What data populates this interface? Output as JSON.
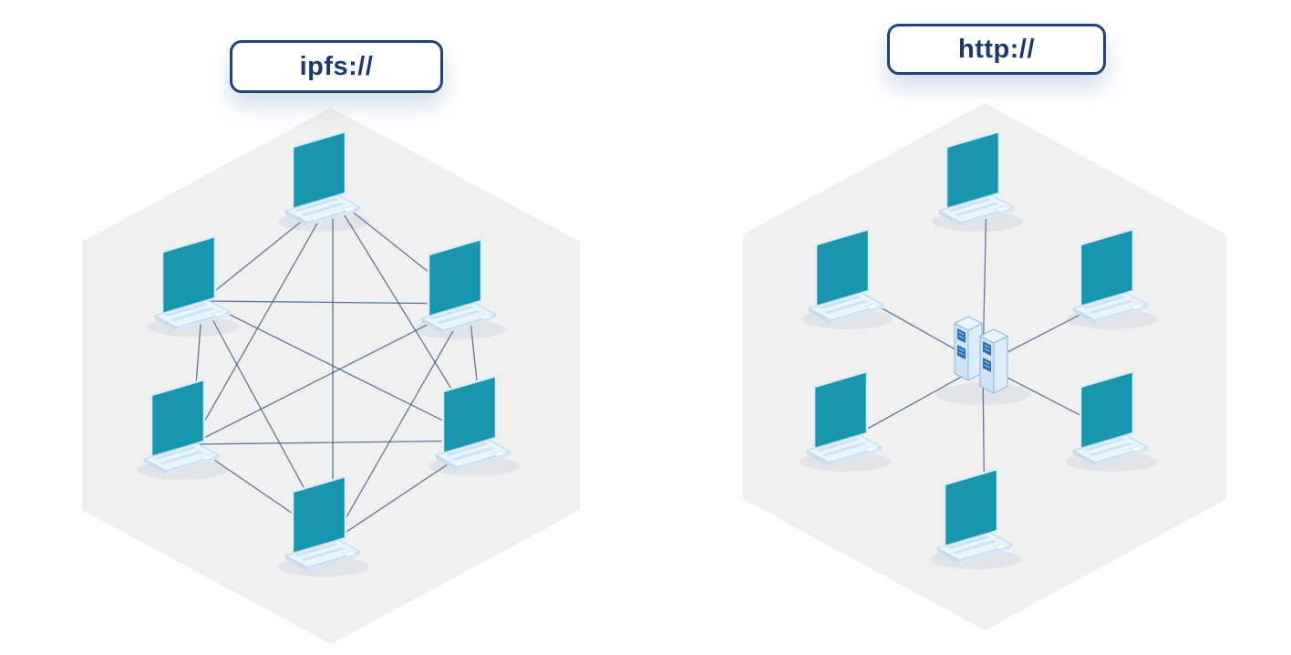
{
  "left_panel": {
    "label": "ipfs://",
    "laptop_count": 6,
    "connection_count": 15
  },
  "right_panel": {
    "label": "http://",
    "laptop_count": 6,
    "server_count": 1,
    "connection_count": 6
  },
  "colors": {
    "hexagon_background": "#f0f0f0",
    "screen_teal": "#1896ad",
    "connection_line": "#44628c",
    "label_border": "#1f4479",
    "label_text": "#1b3a6b",
    "laptop_base": "#eaf4fc",
    "server_panel_blue": "#2a6db4"
  }
}
